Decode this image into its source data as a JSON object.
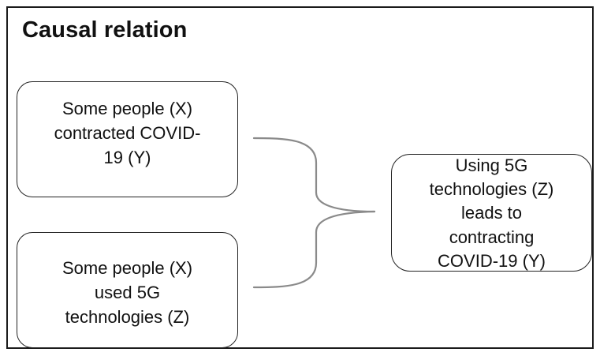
{
  "title": "Causal relation",
  "premises": [
    {
      "text": "Some people (X)\ncontracted COVID-\n19 (Y)"
    },
    {
      "text": "Some people (X)\nused 5G\ntechnologies (Z)"
    }
  ],
  "conclusion": {
    "text": "Using 5G\ntechnologies (Z)\nleads to\ncontracting\nCOVID-19 (Y)"
  },
  "colors": {
    "border": "#222222",
    "connector": "#8a8a8a",
    "frame": "#1b1b1b"
  }
}
